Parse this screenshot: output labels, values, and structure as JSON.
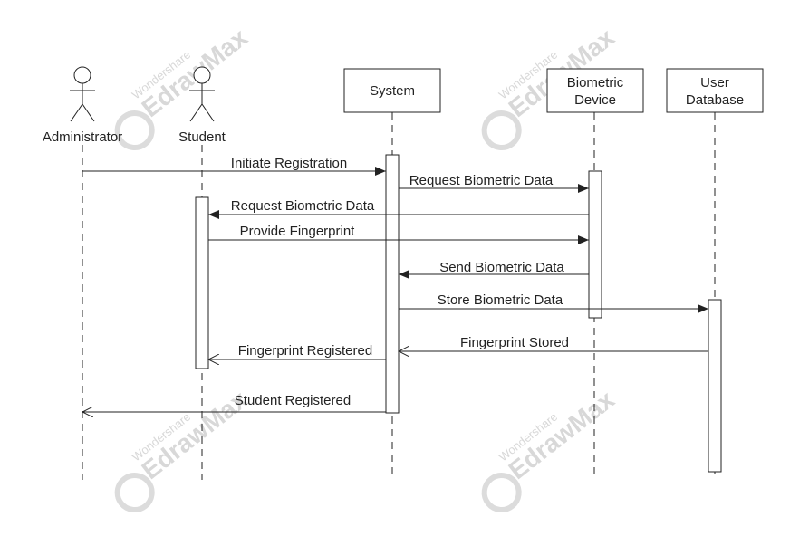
{
  "diagram": {
    "actors": [
      {
        "id": "administrator",
        "label": "Administrator"
      },
      {
        "id": "student",
        "label": "Student"
      }
    ],
    "objects": [
      {
        "id": "system",
        "lines": [
          "System"
        ]
      },
      {
        "id": "biometric-device",
        "lines": [
          "Biometric",
          "Device"
        ]
      },
      {
        "id": "user-database",
        "lines": [
          "User",
          "Database"
        ]
      }
    ],
    "messages": [
      {
        "from": "administrator",
        "to": "system",
        "label": "Initiate Registration",
        "kind": "sync"
      },
      {
        "from": "system",
        "to": "biometric-device",
        "label": "Request Biometric Data",
        "kind": "sync"
      },
      {
        "from": "biometric-device",
        "to": "student",
        "label": "Request Biometric Data",
        "kind": "sync"
      },
      {
        "from": "student",
        "to": "biometric-device",
        "label": "Provide Fingerprint",
        "kind": "sync"
      },
      {
        "from": "biometric-device",
        "to": "system",
        "label": "Send Biometric Data",
        "kind": "sync"
      },
      {
        "from": "system",
        "to": "user-database",
        "label": "Store Biometric Data",
        "kind": "sync"
      },
      {
        "from": "user-database",
        "to": "system",
        "label": "Fingerprint Stored",
        "kind": "return"
      },
      {
        "from": "system",
        "to": "student",
        "label": "Fingerprint Registered",
        "kind": "return"
      },
      {
        "from": "system",
        "to": "administrator",
        "label": "Student Registered",
        "kind": "return"
      }
    ]
  },
  "watermark": {
    "line1": "Wondershare",
    "line2": "EdrawMax"
  },
  "colors": {
    "stroke": "#222222",
    "watermark": "#d8d8d8",
    "background": "#ffffff"
  }
}
